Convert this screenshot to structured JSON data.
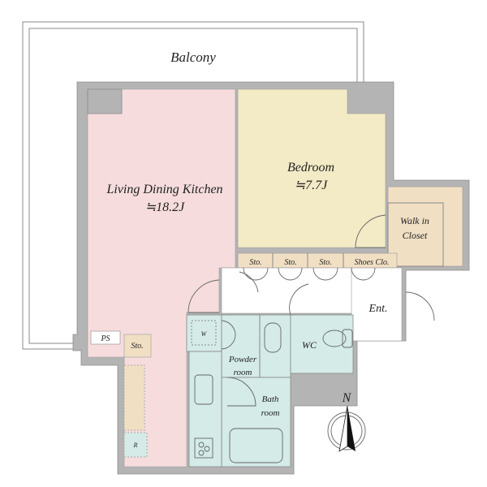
{
  "plan": {
    "rooms": {
      "balcony": "Balcony",
      "ldk": "Living Dining Kitchen",
      "ldk_size": "≒18.2J",
      "bedroom": "Bedroom",
      "bedroom_size": "≒7.7J",
      "walkin_1": "Walk in",
      "walkin_2": "Closet",
      "sto": "Sto.",
      "shoes": "Shoes Clo.",
      "ent": "Ent.",
      "wc": "WC",
      "powder_1": "Powder",
      "powder_2": "room",
      "bath_1": "Bath",
      "bath_2": "room",
      "ps": "PS",
      "washer": "W",
      "fridge": "R"
    },
    "compass": "N",
    "colors": {
      "ldk": "#f6dcdc",
      "bedroom": "#f3eac6",
      "storage": "#f1dfc4",
      "wet": "#d4ebe7",
      "wall": "#b4b4b4"
    }
  }
}
